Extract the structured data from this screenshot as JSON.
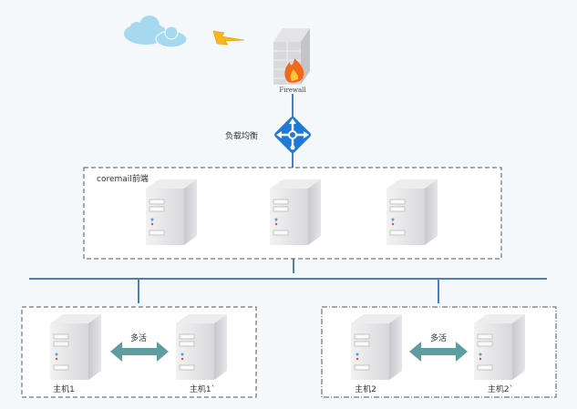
{
  "firewall": {
    "label": "Firewall"
  },
  "load_balancer": {
    "label": "负载均衡"
  },
  "frontend_group": {
    "label": "coremail前端"
  },
  "host_groups": [
    {
      "link_label": "多活",
      "hosts": [
        "主机1",
        "主机1`"
      ]
    },
    {
      "link_label": "多活",
      "hosts": [
        "主机2",
        "主机2`"
      ]
    }
  ],
  "colors": {
    "line": "#4a7fc1",
    "arrow": "#5f9ea0",
    "lb": "#1e7ad6",
    "cloud": "#a6d8ef"
  }
}
